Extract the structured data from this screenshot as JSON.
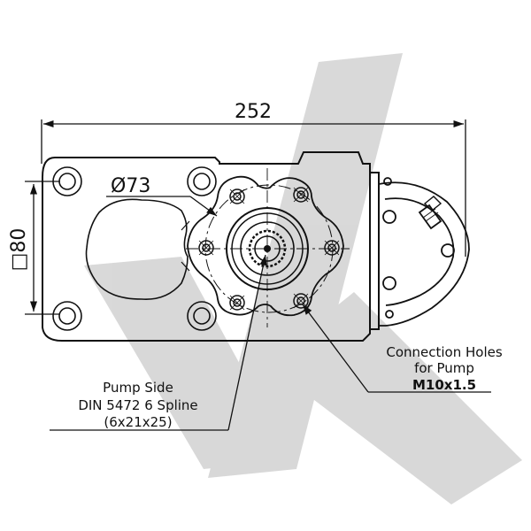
{
  "dimensions": {
    "overall_width": "252",
    "flange_diameter": "Ø73",
    "square_size": "□80"
  },
  "callouts": {
    "connection": {
      "line1": "Connection Holes",
      "line2": "for Pump",
      "line3": "M10x1.5"
    },
    "pump_side": {
      "line1": "Pump Side",
      "line2": "DIN 5472 6 Spline",
      "line3": "(6x21x25)"
    }
  },
  "colors": {
    "line": "#111111",
    "watermark": "#c8c8c8",
    "background": "#ffffff"
  }
}
